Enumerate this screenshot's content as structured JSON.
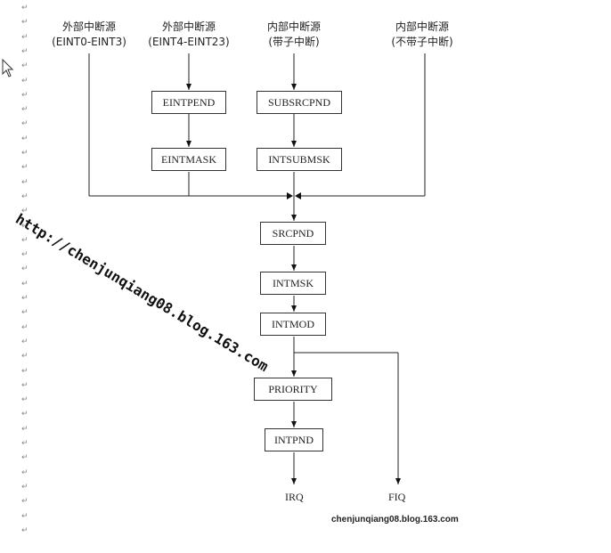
{
  "sources": [
    {
      "line1": "外部中断源",
      "line2": "(EINT0-EINT3)"
    },
    {
      "line1": "外部中断源",
      "line2": "(EINT4-EINT23)"
    },
    {
      "line1": "内部中断源",
      "line2": "(带子中断)"
    },
    {
      "line1": "内部中断源",
      "line2": "(不带子中断)"
    }
  ],
  "boxes": {
    "eintpend": "EINTPEND",
    "eintmask": "EINTMASK",
    "subsrcpnd": "SUBSRCPND",
    "intsubmsk": "INTSUBMSK",
    "srcpnd": "SRCPND",
    "intmsk": "INTMSK",
    "intmod": "INTMOD",
    "priority": "PRIORITY",
    "intpnd": "INTPND"
  },
  "outputs": {
    "irq": "IRQ",
    "fiq": "FIQ"
  },
  "watermark": "http://chenjunqiang08.blog.163.com",
  "footer_url": "chenjunqiang08.blog.163.com",
  "paragraph_mark": "↵"
}
